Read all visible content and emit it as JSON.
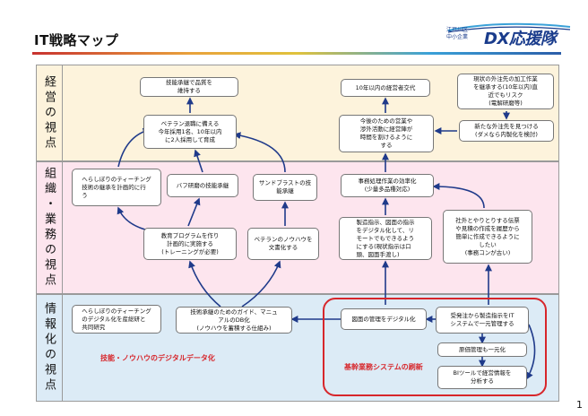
{
  "header": {
    "title": "IT戦略マップ",
    "logo_sub": "江戸川区\n中小企業",
    "logo_main": "DX応援隊"
  },
  "bands": [
    {
      "label": "経営の視点"
    },
    {
      "label": "組織・業務の視点"
    },
    {
      "label": "情報化の視点"
    }
  ],
  "boxes": {
    "b_keiei_quality": "技能承継で品質を\n維持する",
    "b_keiei_hire": "ベテラン退職に備える\n今年採用1名、10年以内\nに2人採用して育成",
    "b_keiei_successor": "10年以内の経営者交代",
    "b_keiei_sales": "今後のための営業や\n渉外活動に経営陣が\n時間を割けるように\nする",
    "b_keiei_risk": "現状の外注先の加工作業\nを継承する(10年以内)直\n近でもリスク\n(電解研磨等)",
    "b_keiei_newvendor": "新たな外注先を見つける\n(ダメなら内製化を検討)",
    "b_soshiki_teaching": "へらしぼりのティーチング\n技術の継承を計画的に行\nう",
    "b_soshiki_buff": "バフ研磨の技能承継",
    "b_soshiki_sandblast": "サンドブラストの技\n能承継",
    "b_soshiki_training": "教育プログラムを作り\n計画的に実施する\n(トレーニングが必要)",
    "b_soshiki_knowhow": "ベテランのノウハウを\n文書化する",
    "b_soshiki_office": "事務処理作業の効率化\n(少量多品種対応)",
    "b_soshiki_drawing": "製造指示、図面の指示\nをデジタル化して、リ\nモートでもできるよう\nにする(現状指示は口\n頭、図面手渡し)",
    "b_soshiki_slip": "社外とやりとりする伝票\nや見積の作成を履歴から\n簡単に作成できるように\nしたい\n(事務コンが古い)",
    "b_info_teaching": "へらしぼりのティーチング\nのデジタル化を産総研と\n共同研究",
    "b_info_guide": "技術承継のためのガイド、マニュ\nアルのDB化\n(ノウハウを蓄積する仕組み)",
    "b_info_drawingmgmt": "図面の管理をデジタル化",
    "b_info_ordermgmt": "受発注から製造指示をIT\nシステムで一元管理する",
    "b_info_cost": "原価管理も一元化",
    "b_info_bi": "BIツールで経営情報を\n分析する"
  },
  "labels": {
    "digital_data": "技能・ノウハウのデジタルデータ化",
    "core_system": "基幹業務システムの刷新"
  },
  "colors": {
    "band_keiei": "#fdf3dc",
    "band_soshiki": "#fde5ee",
    "band_info": "#dcebf6",
    "accent_red": "#d7262b",
    "accent_blue": "#1a3c8c",
    "arrow": "#1f3a8a"
  },
  "page_number": "1"
}
